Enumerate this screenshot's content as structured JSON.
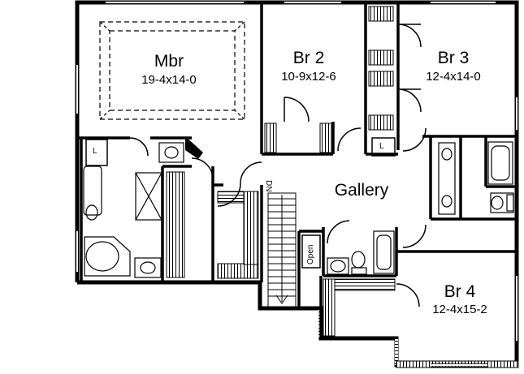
{
  "colors": {
    "wall": "#000000",
    "background": "#ffffff",
    "hatch": "#000000"
  },
  "rooms": {
    "mbr": {
      "name": "Mbr",
      "size": "19-4x14-0"
    },
    "br2": {
      "name": "Br 2",
      "size": "10-9x12-6"
    },
    "br3": {
      "name": "Br 3",
      "size": "12-4x14-0"
    },
    "br4": {
      "name": "Br 4",
      "size": "12-4x15-2"
    },
    "gallery": {
      "name": "Gallery"
    }
  },
  "labels": {
    "stair_dn": "DN",
    "open": "Open",
    "linen_1": "L",
    "linen_2": "L"
  }
}
